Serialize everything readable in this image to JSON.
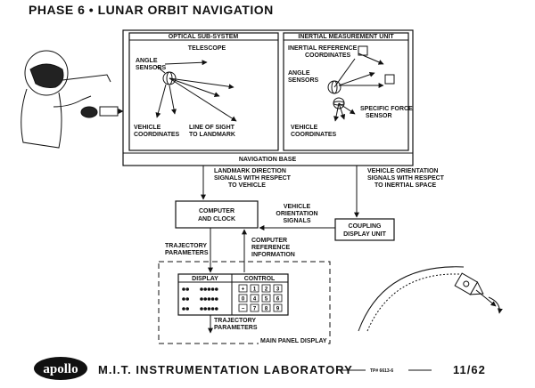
{
  "title": "PHASE 6 • LUNAR ORBIT NAVIGATION",
  "labels": {
    "optical_subsystem": "OPTICAL SUB-SYSTEM",
    "telescope": "TELESCOPE",
    "angle_sensors_1": "ANGLE",
    "angle_sensors_2": "SENSORS",
    "vehicle_1": "VEHICLE",
    "coordinates": "COORDINATES",
    "line_of_sight_1": "LINE OF SIGHT",
    "line_of_sight_2": "TO LANDMARK",
    "imu": "INERTIAL MEASUREMENT UNIT",
    "inertial_ref_1": "INERTIAL REFERENCE",
    "inertial_ref_2": "COORDINATES",
    "specific_force_1": "SPECIFIC FORCE",
    "specific_force_2": "SENSOR",
    "navigation_base": "NAVIGATION BASE",
    "landmark_1": "LANDMARK DIRECTION",
    "landmark_2": "SIGNALS WITH RESPECT",
    "landmark_3": "TO VEHICLE",
    "veh_orient_1": "VEHICLE ORIENTATION",
    "veh_orient_2": "SIGNALS WITH RESPECT",
    "veh_orient_3": "TO INERTIAL SPACE",
    "computer": "COMPUTER",
    "and_clock": "AND CLOCK",
    "coupling": "COUPLING",
    "display_unit": "DISPLAY UNIT",
    "vos_1": "VEHICLE",
    "vos_2": "ORIENTATION",
    "vos_3": "SIGNALS",
    "trajectory": "TRAJECTORY",
    "parameters": "PARAMETERS",
    "comp_ref_1": "COMPUTER",
    "comp_ref_2": "REFERENCE",
    "comp_ref_3": "INFORMATION",
    "display": "DISPLAY",
    "control": "CONTROL",
    "main_panel": "MAIN PANEL DISPLAY"
  },
  "keypad": [
    [
      "+",
      "1",
      "2",
      "3"
    ],
    [
      "0",
      "4",
      "5",
      "6"
    ],
    [
      "−",
      "7",
      "8",
      "9"
    ]
  ],
  "footer": {
    "logo": "apollo",
    "institution": "M.I.T. INSTRUMENTATION LABORATORY",
    "tp_number": "TP# 6613-6",
    "page": "11/62"
  }
}
